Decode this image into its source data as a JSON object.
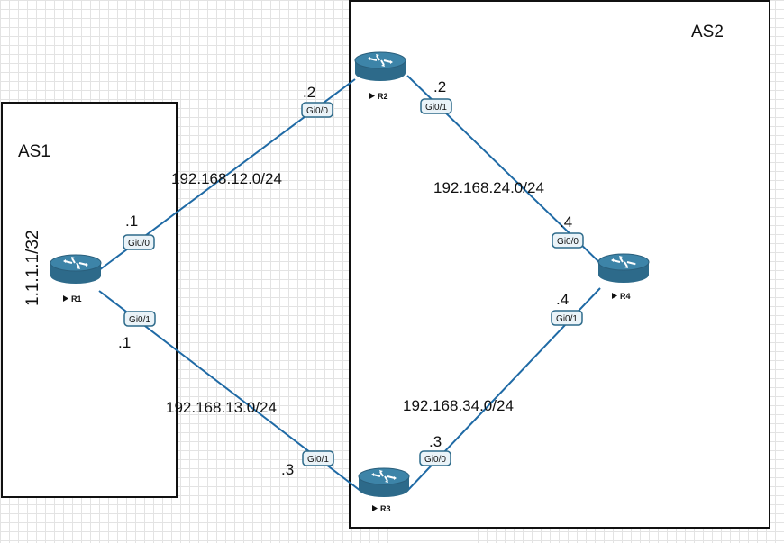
{
  "autonomous_systems": [
    {
      "id": "as1",
      "label": "AS1"
    },
    {
      "id": "as2",
      "label": "AS2"
    }
  ],
  "loopback": "1.1.1.1/32",
  "routers": [
    {
      "id": "r1",
      "name": "R1"
    },
    {
      "id": "r2",
      "name": "R2"
    },
    {
      "id": "r3",
      "name": "R3"
    },
    {
      "id": "r4",
      "name": "R4"
    }
  ],
  "links": [
    {
      "id": "r1-r2",
      "subnet": "192.168.12.0/24",
      "a": {
        "router": "R1",
        "iface": "Gi0/0",
        "host": ".1"
      },
      "b": {
        "router": "R2",
        "iface": "Gi0/0",
        "host": ".2"
      }
    },
    {
      "id": "r1-r3",
      "subnet": "192.168.13.0/24",
      "a": {
        "router": "R1",
        "iface": "Gi0/1",
        "host": ".1"
      },
      "b": {
        "router": "R3",
        "iface": "Gi0/1",
        "host": ".3"
      }
    },
    {
      "id": "r2-r4",
      "subnet": "192.168.24.0/24",
      "a": {
        "router": "R2",
        "iface": "Gi0/1",
        "host": ".2"
      },
      "b": {
        "router": "R4",
        "iface": "Gi0/0",
        "host": ".4"
      }
    },
    {
      "id": "r3-r4",
      "subnet": "192.168.34.0/24",
      "a": {
        "router": "R3",
        "iface": "Gi0/0",
        "host": ".3"
      },
      "b": {
        "router": "R4",
        "iface": "Gi0/1",
        "host": ".4"
      }
    }
  ],
  "colors": {
    "link": "#1f6aa5",
    "router_body": "#2d6a8a",
    "router_top": "#3d84a8",
    "iface_border": "#2d6a8a",
    "iface_fill": "#eaf3f8"
  }
}
